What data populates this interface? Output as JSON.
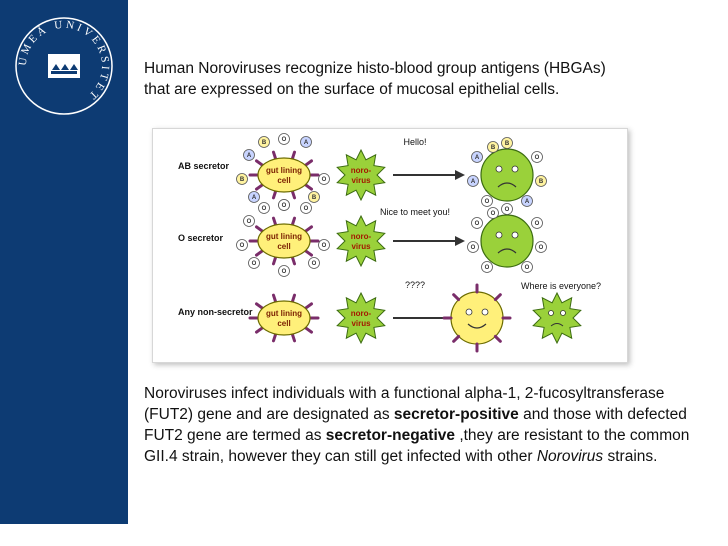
{
  "sidebar": {
    "logo_text": "UMEÅ UNIVERSITET",
    "color": "#0d3b73"
  },
  "intro": {
    "line1": "Human Noroviruses recognize histo-blood group antigens (HBGAs)",
    "line2": "that are expressed on the surface of mucosal epithelial cells."
  },
  "diagram": {
    "rows": [
      {
        "label": "AB secretor",
        "speech": "Hello!",
        "antigens": [
          "A",
          "B",
          "O"
        ]
      },
      {
        "label": "O secretor",
        "speech": "Nice to meet you!",
        "antigens": [
          "O"
        ]
      },
      {
        "label": "Any non-secretor",
        "speech": "????",
        "speech2": "Where is everyone?",
        "antigens": []
      }
    ],
    "cell_label_1": "gut lining",
    "cell_label_2": "cell",
    "virus_label_1": "noro-",
    "virus_label_2": "virus",
    "colors": {
      "cell_fill": "#fff07a",
      "cell_stroke": "#6b6b00",
      "virus_fill": "#9ad13a",
      "virus_stroke": "#3b6b10",
      "spike": "#7a2d6a",
      "antigen_a": "#c8d4ff",
      "antigen_b": "#fff3a0",
      "antigen_o": "#ffffff"
    }
  },
  "body": {
    "line1": "Noroviruses infect individuals with a functional alpha-1, 2-fucosyltransferase",
    "line2_a": "(FUT2) gene and are designated as ",
    "line2_b": "secretor-positive",
    "line2_c": " and those with defected",
    "line3_a": "FUT2 gene are termed as ",
    "line3_b": "secretor-negative",
    "line3_c": " ,they are resistant to the common",
    "line4_a": "GII.4 strain, however they can still get infected with other ",
    "line4_b": "Norovirus",
    "line4_c": " strains."
  }
}
